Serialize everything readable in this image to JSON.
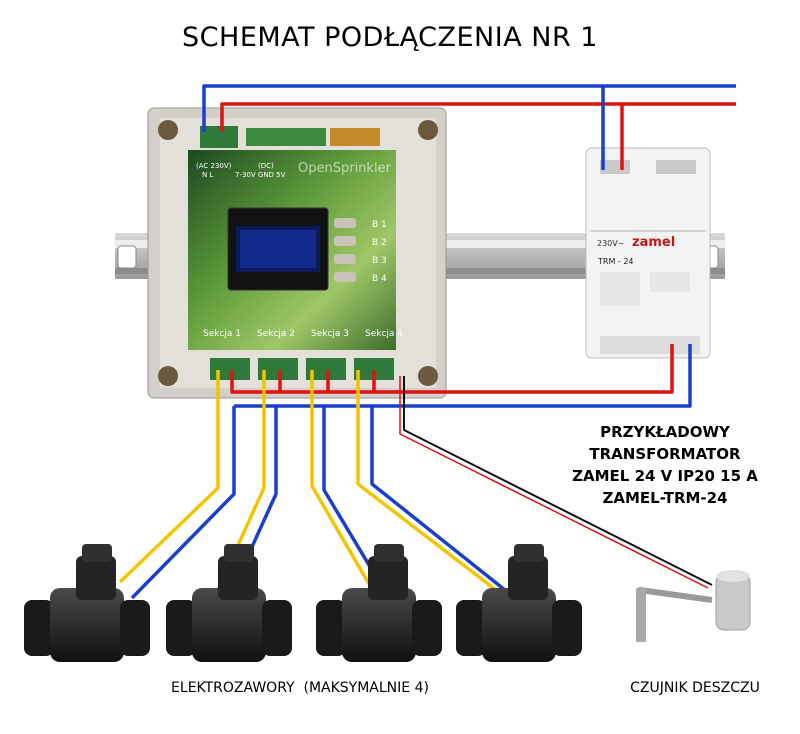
{
  "title": "SCHEMAT PODŁĄCZENIA NR 1",
  "controller": {
    "brand": "OpenSprinkler",
    "power_labels": [
      "(AC 230V)",
      "N  L",
      "(DC)",
      "7-30V GND 5V"
    ],
    "button_labels": [
      "B 1",
      "B 2",
      "B 3",
      "B 4"
    ],
    "section_labels": [
      "Sekcja 1",
      "Sekcja 2",
      "Sekcja 3",
      "Sekcja 4"
    ]
  },
  "transformer": {
    "brand": "zamel",
    "voltage_label": "230V~",
    "model": "TRM - 24",
    "caption_lines": [
      "PRZYKŁADOWY",
      "TRANSFORMATOR",
      "ZAMEL 24 V IP20 15 A",
      "ZAMEL-TRM-24"
    ]
  },
  "valves_caption": "ELEKTROZAWORY  (MAKSYMALNIE 4)",
  "sensor_caption": "CZUJNIK DESZCZU",
  "colors": {
    "wire_blue": "#1a3fcc",
    "wire_red": "#e01212",
    "wire_yellow": "#f5c400",
    "wire_black": "#111111"
  }
}
